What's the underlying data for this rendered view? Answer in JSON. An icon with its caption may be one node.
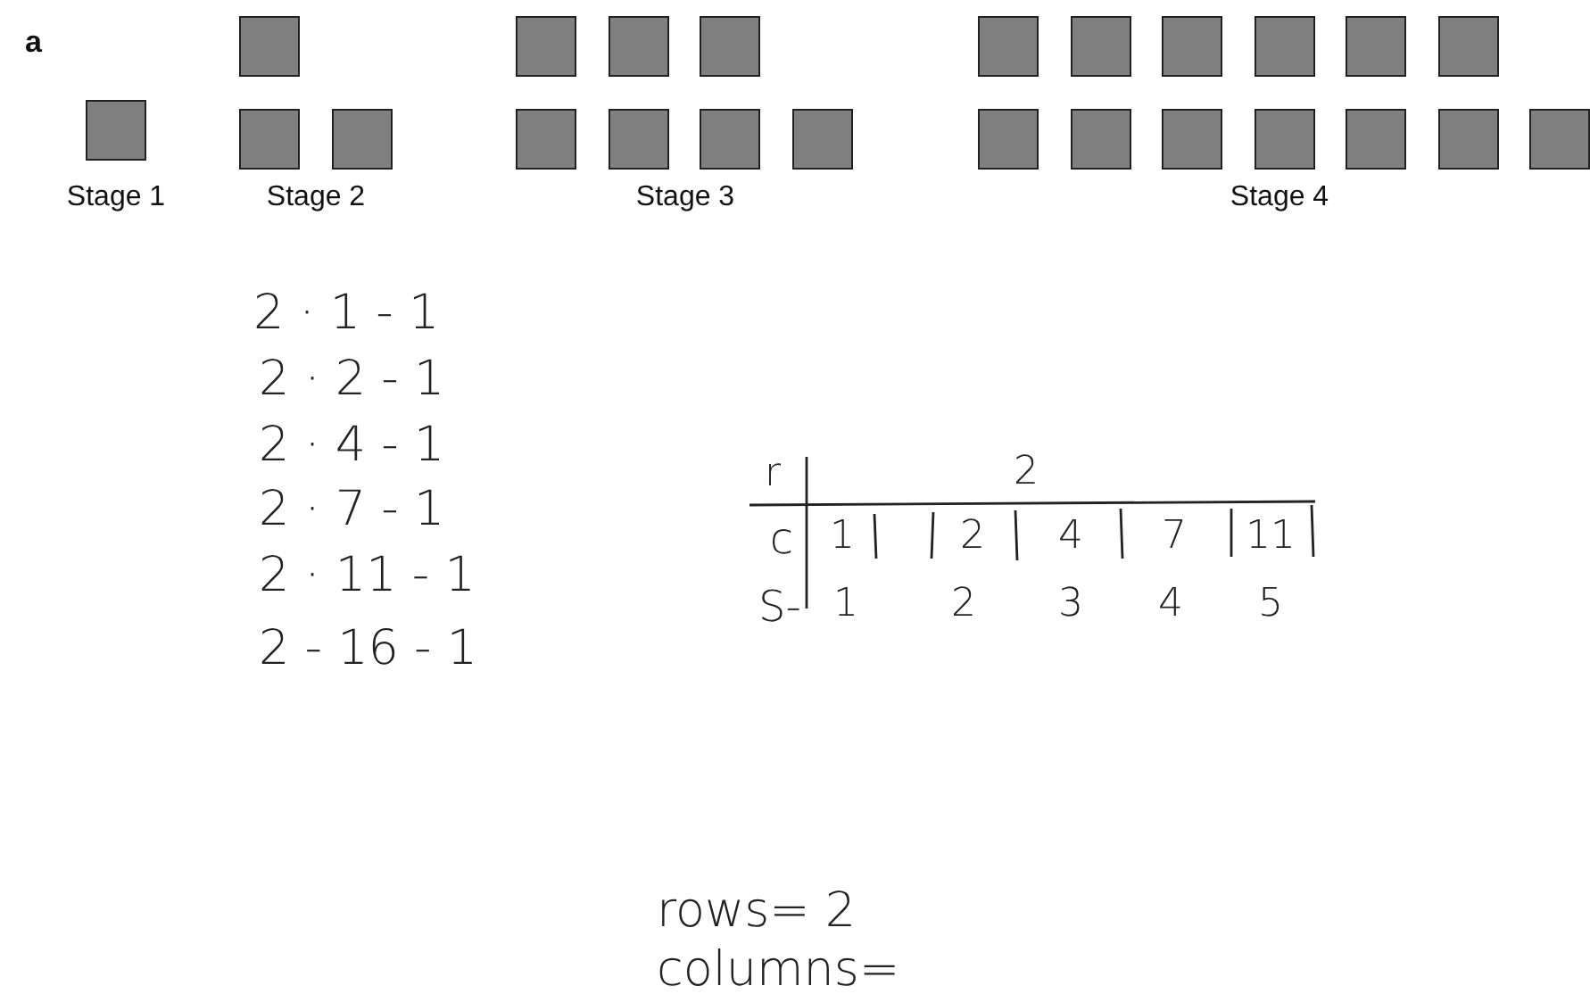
{
  "diagram": {
    "nodes": [
      {
        "text": [],
        "shape": "box"
      },
      {
        "text": [],
        "shape": "box"
      },
      {
        "text": [],
        "shape": "box"
      },
      {
        "text": [],
        "shape": "box"
      },
      {
        "text": [],
        "shape": "box"
      },
      {
        "text": [],
        "shape": "box"
      },
      {
        "text": [],
        "shape": "box"
      },
      {
        "text": [],
        "shape": "box"
      },
      {
        "text": [],
        "shape": "box"
      },
      {
        "text": [],
        "shape": "box"
      },
      {
        "text": [],
        "shape": "box"
      },
      {
        "text": [],
        "shape": "box"
      },
      {
        "text": [],
        "shape": "box"
      },
      {
        "text": [],
        "shape": "box"
      },
      {
        "text": [],
        "shape": "box"
      },
      {
        "text": [],
        "shape": "box"
      },
      {
        "text": [],
        "shape": "box"
      },
      {
        "text": [],
        "shape": "box"
      },
      {
        "text": [],
        "shape": "box"
      },
      {
        "text": [],
        "shape": "box"
      },
      {
        "text": [],
        "shape": "box"
      },
      {
        "text": [],
        "shape": "box"
      },
      {
        "text": [],
        "shape": "box"
      },
      {
        "text": [],
        "shape": "box"
      }
    ],
    "labels": [
      "a",
      "Stage 1",
      "Stage 2",
      "Stage 3",
      "Stage 4",
      "2 · 1 - 1",
      "2 · 2 - 1",
      "2 · 4 - 1",
      "2 · 7 - 1",
      "2 · 11 - 1",
      "2 - 16 - 1",
      "r",
      "2",
      "c",
      "1",
      "2",
      "4",
      "7",
      "11",
      "S-",
      "1",
      "2",
      "3",
      "4",
      "5",
      "rows= 2",
      "columns="
    ]
  }
}
